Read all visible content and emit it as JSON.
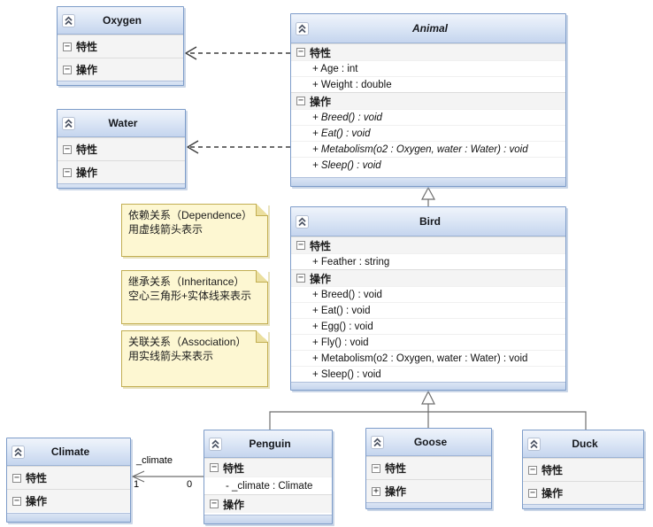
{
  "icons": {
    "minus": "−",
    "plus": "+"
  },
  "colors": {
    "box_border": "#7d9cc9",
    "header_gradient_top": "#f0f4fb",
    "header_gradient_bottom": "#c5d5ee",
    "footer_strip": "#c3d3ec",
    "note_background": "#fdf7d2",
    "note_border": "#c2ae52",
    "dependency_line": "#3d3d3d",
    "inheritance_line": "#6e6e6e"
  },
  "classes": [
    {
      "id": "oxygen",
      "title": "Oxygen",
      "abstract": false,
      "sections": [
        {
          "label": "特性",
          "expander": "minus",
          "items": []
        },
        {
          "label": "操作",
          "expander": "minus",
          "items": []
        }
      ]
    },
    {
      "id": "water",
      "title": "Water",
      "abstract": false,
      "sections": [
        {
          "label": "特性",
          "expander": "minus",
          "items": []
        },
        {
          "label": "操作",
          "expander": "minus",
          "items": []
        }
      ]
    },
    {
      "id": "animal",
      "title": "Animal",
      "abstract": true,
      "sections": [
        {
          "label": "特性",
          "expander": "minus",
          "items": [
            "+ Age : int",
            "+ Weight : double"
          ]
        },
        {
          "label": "操作",
          "expander": "minus",
          "italic": true,
          "items": [
            "+ Breed() : void",
            "+ Eat() : void",
            "+ Metabolism(o2 : Oxygen, water : Water) : void",
            "+ Sleep() : void"
          ]
        }
      ]
    },
    {
      "id": "bird",
      "title": "Bird",
      "abstract": false,
      "sections": [
        {
          "label": "特性",
          "expander": "minus",
          "items": [
            "+ Feather : string"
          ]
        },
        {
          "label": "操作",
          "expander": "minus",
          "items": [
            "+ Breed() : void",
            "+ Eat() : void",
            "+ Egg() : void",
            "+ Fly() : void",
            "+ Metabolism(o2 : Oxygen, water : Water) : void",
            "+ Sleep() : void"
          ]
        }
      ]
    },
    {
      "id": "penguin",
      "title": "Penguin",
      "abstract": false,
      "sections": [
        {
          "label": "特性",
          "expander": "minus",
          "items": [
            "- _climate : Climate"
          ]
        },
        {
          "label": "操作",
          "expander": "minus",
          "items": []
        }
      ]
    },
    {
      "id": "goose",
      "title": "Goose",
      "abstract": false,
      "sections": [
        {
          "label": "特性",
          "expander": "minus",
          "items": []
        },
        {
          "label": "操作",
          "expander": "plus",
          "items": []
        }
      ]
    },
    {
      "id": "duck",
      "title": "Duck",
      "abstract": false,
      "sections": [
        {
          "label": "特性",
          "expander": "minus",
          "items": []
        },
        {
          "label": "操作",
          "expander": "minus",
          "items": []
        }
      ]
    },
    {
      "id": "climate",
      "title": "Climate",
      "abstract": false,
      "sections": [
        {
          "label": "特性",
          "expander": "minus",
          "items": []
        },
        {
          "label": "操作",
          "expander": "minus",
          "items": []
        }
      ]
    }
  ],
  "notes": [
    {
      "lines": [
        "依赖关系（Dependence）",
        "用虚线箭头表示"
      ]
    },
    {
      "lines": [
        "继承关系（Inheritance）",
        "空心三角形+实体线来表示"
      ]
    },
    {
      "lines": [
        "关联关系（Association）",
        "用实线箭头来表示"
      ]
    }
  ],
  "association": {
    "label": "_climate",
    "target_multiplicity": "1",
    "source_multiplicity": "0"
  }
}
